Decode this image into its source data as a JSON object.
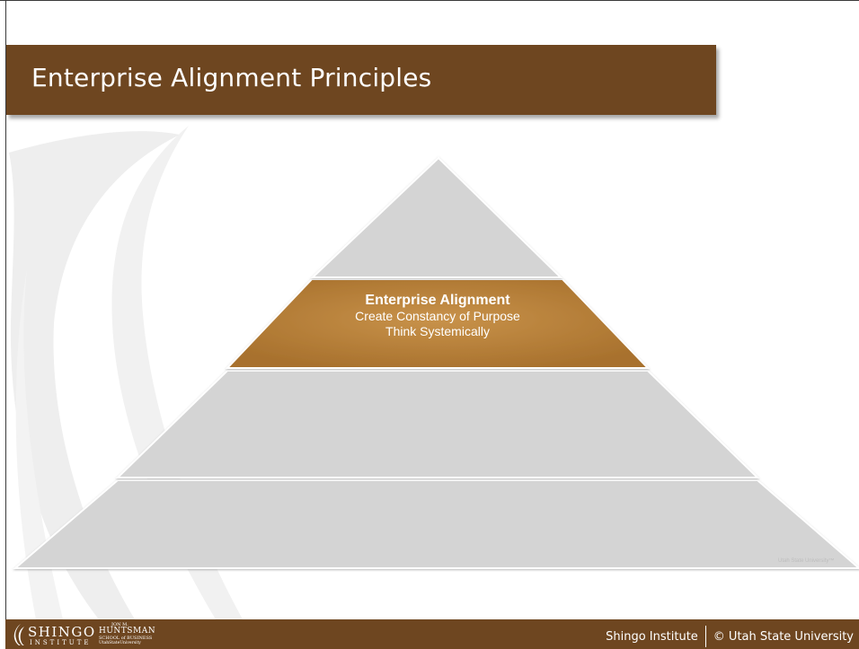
{
  "slide": {
    "title": "Enterprise Alignment Principles"
  },
  "pyramid": {
    "tiers": [
      {
        "name": "tier-top",
        "highlighted": false,
        "title": "",
        "lines": []
      },
      {
        "name": "tier-enterprise-alignment",
        "highlighted": true,
        "title": "Enterprise Alignment",
        "lines": [
          "Create Constancy of Purpose",
          "Think Systemically"
        ]
      },
      {
        "name": "tier-third",
        "highlighted": false,
        "title": "",
        "lines": []
      },
      {
        "name": "tier-bottom",
        "highlighted": false,
        "title": "",
        "lines": []
      }
    ],
    "copyright_mark": "Utah State University™"
  },
  "footer": {
    "logo_shingo": "SHINGO",
    "logo_institute": "INSTITUTE",
    "logo2_line1": "JON M.",
    "logo2_line2": "HUNTSMAN",
    "logo2_line3": "SCHOOL of BUSINESS",
    "logo2_line4": "UtahStateUniversity",
    "org": "Shingo Institute",
    "copyright": "© Utah State University"
  },
  "colors": {
    "brand_brown": "#6e4620",
    "highlight_gold": "#b07a35",
    "tier_gray": "#d4d4d4"
  }
}
